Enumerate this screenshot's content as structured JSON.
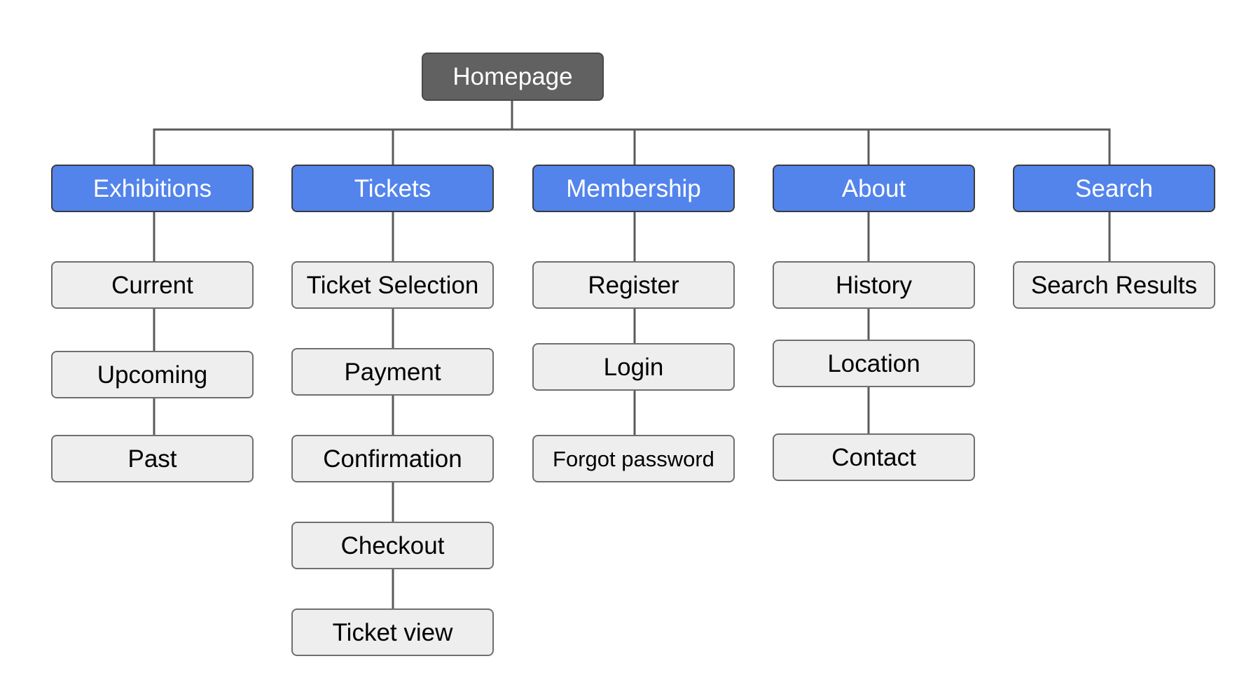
{
  "colors": {
    "root_fill": "#616161",
    "section_fill": "#5384ec",
    "page_fill": "#eeeeee",
    "connector": "#5b5b5b"
  },
  "root": {
    "label": "Homepage"
  },
  "sections": [
    {
      "label": "Exhibitions",
      "children": [
        {
          "label": "Current"
        },
        {
          "label": "Upcoming"
        },
        {
          "label": "Past"
        }
      ]
    },
    {
      "label": "Tickets",
      "children": [
        {
          "label": "Ticket Selection"
        },
        {
          "label": "Payment"
        },
        {
          "label": "Confirmation"
        },
        {
          "label": "Checkout"
        },
        {
          "label": "Ticket view"
        }
      ]
    },
    {
      "label": "Membership",
      "children": [
        {
          "label": "Register"
        },
        {
          "label": "Login"
        },
        {
          "label": "Forgot password"
        }
      ]
    },
    {
      "label": "About",
      "children": [
        {
          "label": "History"
        },
        {
          "label": "Location"
        },
        {
          "label": "Contact"
        }
      ]
    },
    {
      "label": "Search",
      "children": [
        {
          "label": "Search Results"
        }
      ]
    }
  ]
}
